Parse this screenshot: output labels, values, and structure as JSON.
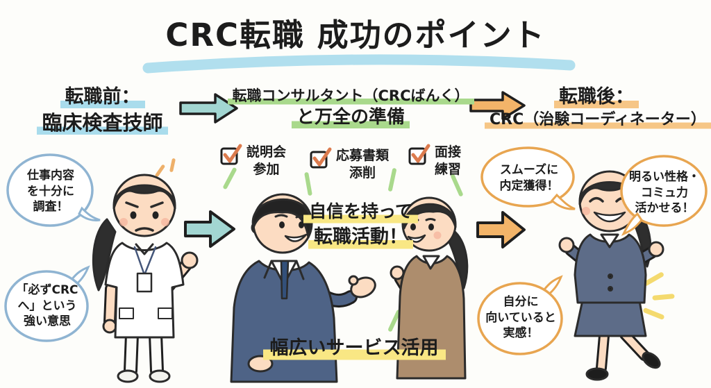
{
  "title": "CRC転職 成功のポイント",
  "stage_before": {
    "heading_line1": "転職前：",
    "heading_line2": "臨床検査技師",
    "bubble_research": "仕事内容\nを十分に\n調査！",
    "bubble_resolve": "「必ずCRC\nへ」という\n強い意思"
  },
  "stage_support": {
    "heading_line1": "転職コンサルタント（CRCばんく）",
    "heading_line2": "と万全の準備",
    "checklist": [
      {
        "label": "説明会\n参加"
      },
      {
        "label": "応募書類\n添削"
      },
      {
        "label": "面接\n練習"
      }
    ],
    "slogan_line1": "自信を持って",
    "slogan_line2": "転職活動！",
    "footer_note": "幅広いサービス活用"
  },
  "stage_after": {
    "heading_line1": "転職後：",
    "heading_line2": "CRC（治験コーディネーター）",
    "bubble_offer": "スムーズに\n内定獲得！",
    "bubble_strengths": "明るい性格・\nコミュ力\n活かせる！",
    "bubble_fit": "自分に\n向いていると\n実感！"
  },
  "colors": {
    "highlight_blue": "#a9dcec",
    "highlight_green": "#a9d98c",
    "highlight_yellow": "#f9e784",
    "highlight_orange": "#f6c686",
    "arrow_teal": "#a2d6d2",
    "arrow_orange": "#f3b469",
    "bubble_blue_border": "#8fb4d2",
    "bubble_orange_border": "#e8a550",
    "checkmark_orange": "#dc7b4e",
    "ink": "#1c1c1c"
  }
}
